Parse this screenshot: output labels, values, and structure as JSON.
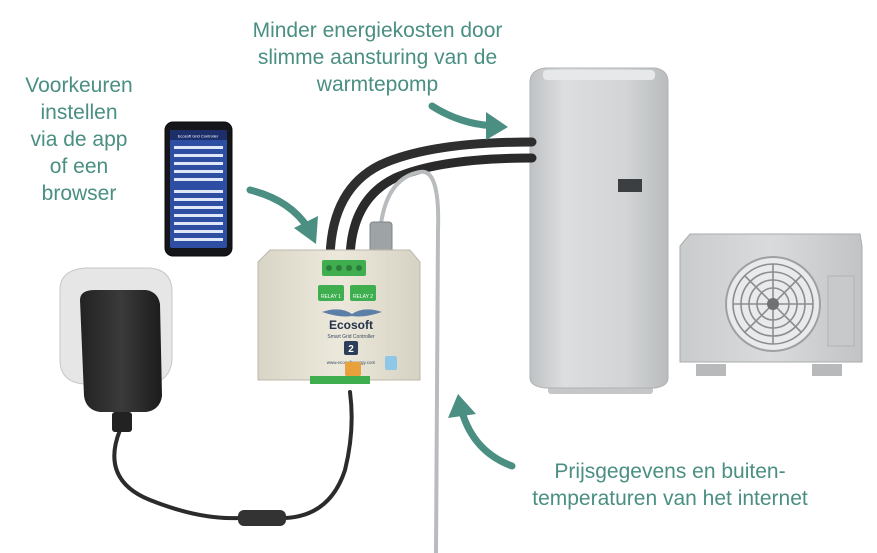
{
  "captions": {
    "top": "Minder energiekosten door\nslimme aansturing van de\nwarmtepomp",
    "left": "Voorkeuren\ninstellen\nvia de app\nof een\nbrowser",
    "bottom": "Prijsgegevens en buiten-\ntemperaturen van het internet"
  },
  "controller": {
    "brand": "Ecosoft",
    "model": "Smart Grid Controller",
    "number": "2",
    "url": "www.ecosoftenergy.com",
    "relay1": "RELAY 1",
    "relay2": "RELAY 2"
  },
  "phone": {
    "app_title": "Ecosoft Grid Controller"
  },
  "colors": {
    "caption": "#4a8f82",
    "arrow": "#4a8f82",
    "controller_body": "#e6e2d3",
    "terminal_green": "#3fae4f",
    "cable": "#2b2b2b",
    "heatpump": "#d3d5d6"
  }
}
